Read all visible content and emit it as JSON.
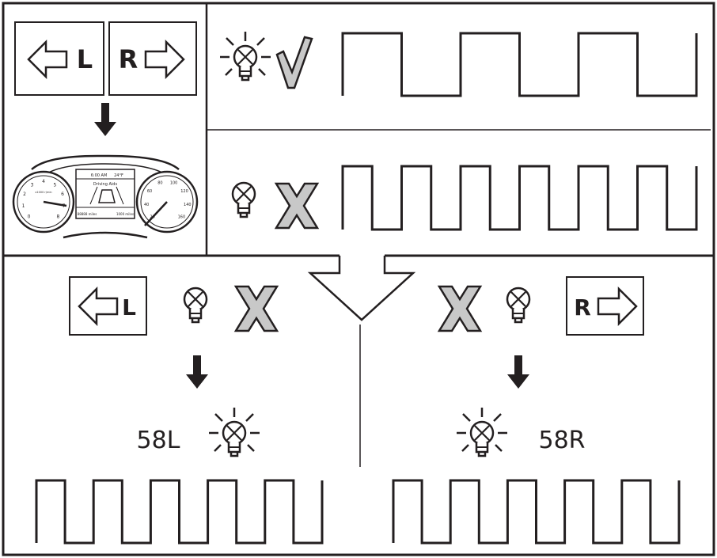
{
  "turn_buttons": {
    "left_letter": "L",
    "right_letter": "R"
  },
  "cluster": {
    "clock": "6:00 AM",
    "outside_temp": "24°F",
    "display_title": "Driving Aids",
    "odometer": "88888 miles",
    "trip": "1000 miles",
    "tach_label": "x1000 r/min",
    "speed_labels": [
      "20",
      "40",
      "60",
      "80",
      "100",
      "120",
      "140",
      "160"
    ],
    "tach_labels": [
      "0",
      "1",
      "2",
      "3",
      "4",
      "5",
      "6",
      "7",
      "8"
    ]
  },
  "status": {
    "normal_mark": "✓",
    "fault_mark": "X"
  },
  "bulb_codes": {
    "left": "58L",
    "right": "58R"
  },
  "signal": {
    "normal_cycles": 3,
    "fast_cycles": 6,
    "result_cycles": 5
  },
  "colors": {
    "line": "#231f20",
    "mark_fill": "#c8c8c8",
    "mark_stroke": "#231f20"
  }
}
